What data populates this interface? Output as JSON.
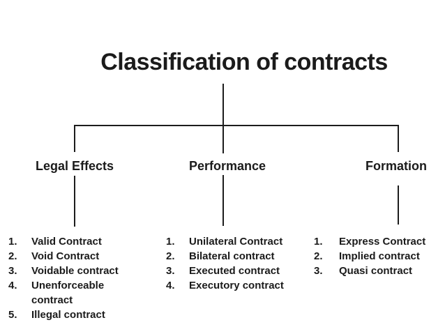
{
  "slide": {
    "title": "Classification of contracts"
  },
  "tree": {
    "branches": [
      {
        "label": "Legal Effects",
        "items": [
          {
            "n": "1.",
            "text": "Valid Contract"
          },
          {
            "n": "2.",
            "text": "Void Contract"
          },
          {
            "n": "3.",
            "text": "Voidable contract"
          },
          {
            "n": "4.",
            "text": "Unenforceable contract"
          },
          {
            "n": "5.",
            "text": "Illegal contract"
          }
        ]
      },
      {
        "label": "Performance",
        "items": [
          {
            "n": "1.",
            "text": "Unilateral Contract"
          },
          {
            "n": "2.",
            "text": "Bilateral contract"
          },
          {
            "n": "3.",
            "text": "Executed contract"
          },
          {
            "n": "4.",
            "text": "Executory contract"
          }
        ]
      },
      {
        "label": "Formation",
        "items": [
          {
            "n": "1.",
            "text": "Express Contract"
          },
          {
            "n": "2.",
            "text": "Implied contract"
          },
          {
            "n": "3.",
            "text": "Quasi contract"
          }
        ]
      }
    ]
  },
  "colors": {
    "background": "#ffffff",
    "ink": "#1b1b1b",
    "line": "#1c1c1c"
  }
}
